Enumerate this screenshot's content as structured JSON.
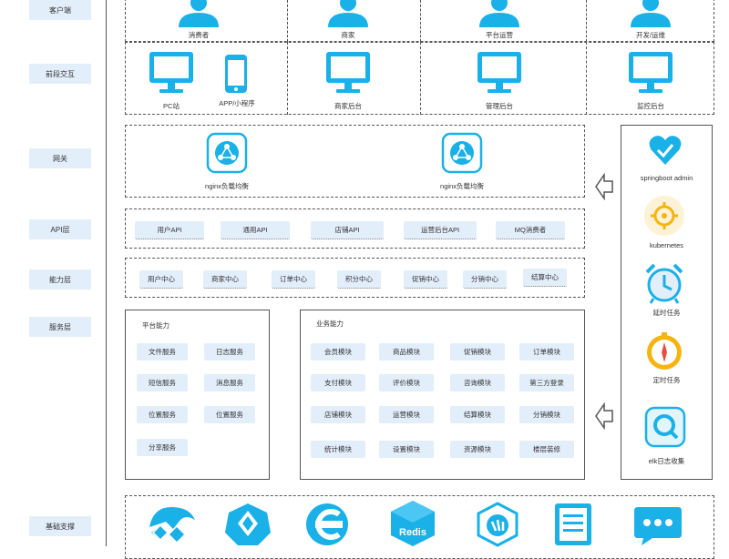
{
  "layers": {
    "client": "客户端",
    "frontend": "前段交互",
    "gateway": "网关",
    "api": "API层",
    "capability": "能力层",
    "service": "服务层",
    "foundation": "基础支撑"
  },
  "clients": [
    "消费者",
    "商家",
    "平台运营",
    "开发/运维"
  ],
  "frontends": [
    "PC站",
    "APP/小程序",
    "商家后台",
    "管理后台",
    "监控后台"
  ],
  "gateways": [
    "nginx负载均衡",
    "nginx负载均衡"
  ],
  "api_chips": [
    "用户API",
    "通用API",
    "店铺API",
    "运营后台API",
    "MQ消费者"
  ],
  "capability_chips": [
    "用户中心",
    "商家中心",
    "订单中心",
    "积分中心",
    "促销中心",
    "分销中心",
    "结算中心"
  ],
  "platform": {
    "title": "平台能力",
    "items": [
      "文件服务",
      "日志服务",
      "短信服务",
      "消息服务",
      "位置服务",
      "位置服务",
      "分享服务"
    ]
  },
  "business": {
    "title": "业务能力",
    "items": [
      "会员模块",
      "商品模块",
      "促销模块",
      "订单模块",
      "支付模块",
      "评价模块",
      "咨询模块",
      "第三方登录",
      "店铺模块",
      "运营模块",
      "结算模块",
      "分销模块",
      "统计模块",
      "设置模块",
      "资源模块",
      "楼层装修"
    ]
  },
  "ops": [
    "springboot admin",
    "kubernetes",
    "延时任务",
    "定时任务",
    "elk日志收集"
  ],
  "foundation_icons": [
    "seata-icon",
    "kubernetes-icon",
    "elasticsearch-icon",
    "redis-icon",
    "rocketmq-icon",
    "document-icon",
    "message-icon"
  ],
  "colors": {
    "accent": "#1ab0e8",
    "chip": "#e3eefb",
    "line": "#555555"
  }
}
